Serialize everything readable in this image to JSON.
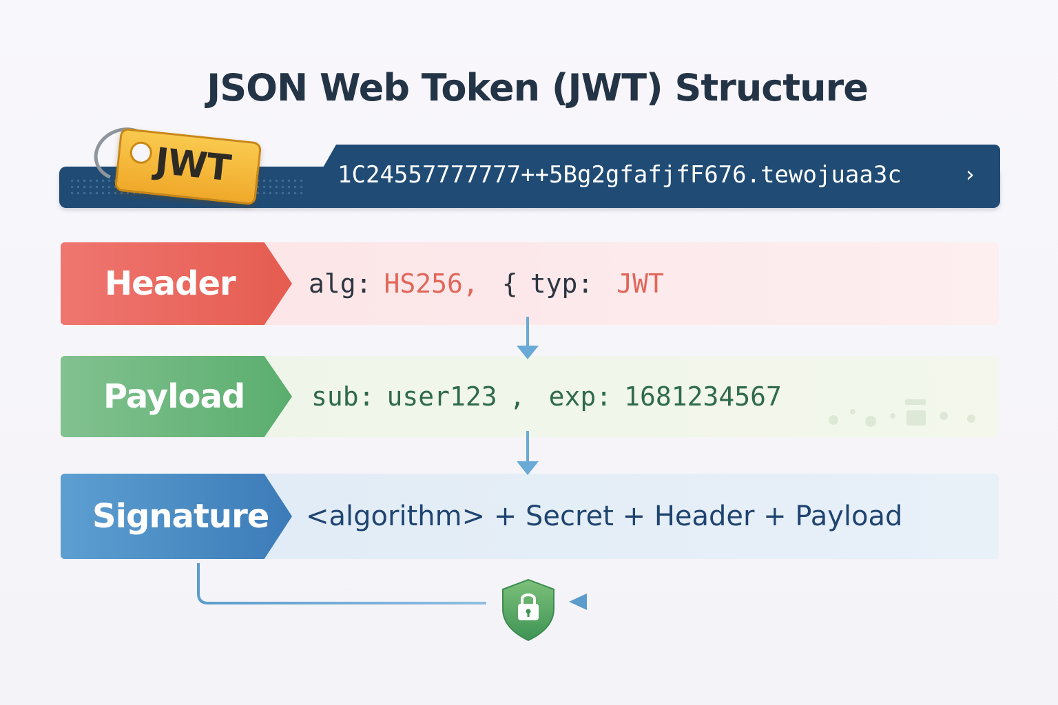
{
  "title": "JSON Web Token (JWT) Structure",
  "token": {
    "tag_label": "JWT",
    "encoded_string": "1C24557777777++5Bg2gfafjfF676.tewojuaa3c",
    "chevron": "›"
  },
  "rows": {
    "header": {
      "label": "Header",
      "alg_key": "alg:",
      "alg_value": "HS256",
      "sep": ",",
      "brace": "{",
      "typ_key": "typ:",
      "typ_value": "JWT"
    },
    "payload": {
      "label": "Payload",
      "sub_key": "sub:",
      "sub_value": "user123",
      "sep": ",",
      "exp_key": "exp:",
      "exp_value": "1681234567"
    },
    "signature": {
      "label": "Signature",
      "formula": "<algorithm> + Secret + Header + Payload"
    }
  },
  "icons": {
    "tag": "key-tag-icon",
    "shield": "shield-lock-icon"
  },
  "colors": {
    "header": "#e55c50",
    "payload": "#5aae6e",
    "signature": "#3c7bb8",
    "token_bar": "#1f4b75",
    "title": "#243447"
  }
}
